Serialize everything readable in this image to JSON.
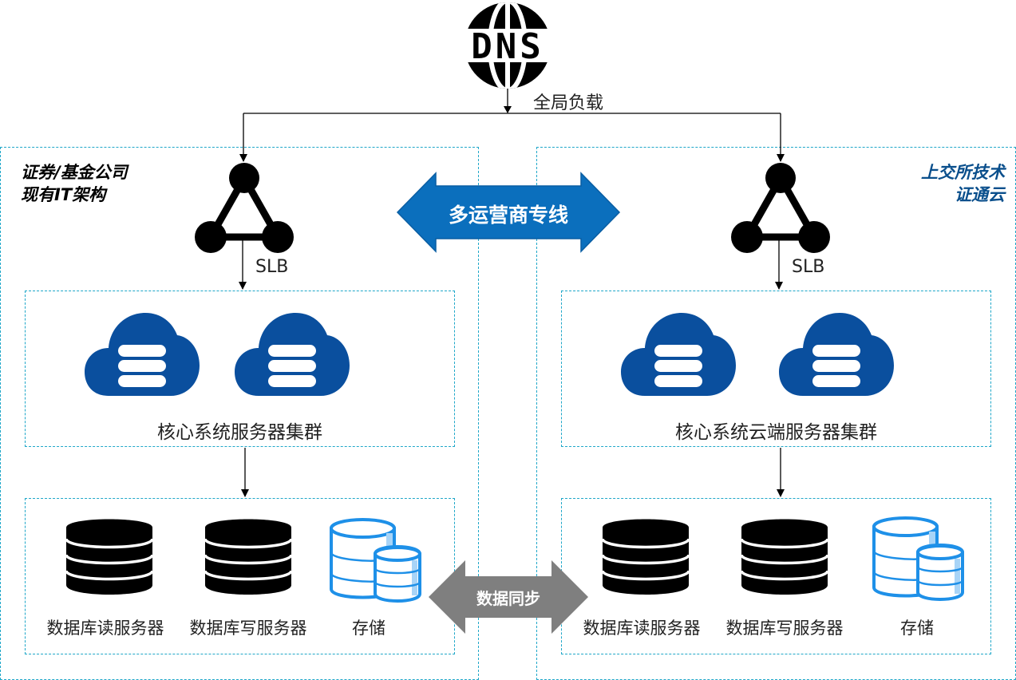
{
  "top": {
    "dns_icon_text": "DNS",
    "global_lb_label": "全局负载"
  },
  "left_zone": {
    "title_line1": "证券/基金公司",
    "title_line2": "现有IT架构",
    "title_color": "#000000",
    "slb_label": "SLB",
    "cluster_label": "核心系统服务器集群",
    "storage_items": [
      {
        "label": "数据库读服务器",
        "icon": "database-icon"
      },
      {
        "label": "数据库写服务器",
        "icon": "database-icon"
      },
      {
        "label": "存储",
        "icon": "storage-icon"
      }
    ]
  },
  "right_zone": {
    "title_line1": "上交所技术",
    "title_line2": "证通云",
    "title_color": "#0a4f8c",
    "slb_label": "SLB",
    "cluster_label": "核心系统云端服务器集群",
    "storage_items": [
      {
        "label": "数据库读服务器",
        "icon": "database-icon"
      },
      {
        "label": "数据库写服务器",
        "icon": "database-icon"
      },
      {
        "label": "存储",
        "icon": "storage-icon"
      }
    ]
  },
  "connectors": {
    "multi_carrier_line": "多运营商专线",
    "data_sync": "数据同步"
  },
  "colors": {
    "dashed_border": "#1fa7c9",
    "cloud_blue": "#0a4f9e",
    "carrier_arrow": "#0b6fbd",
    "sync_arrow": "#7f7f7f",
    "storage_blue": "#1e90e8"
  }
}
